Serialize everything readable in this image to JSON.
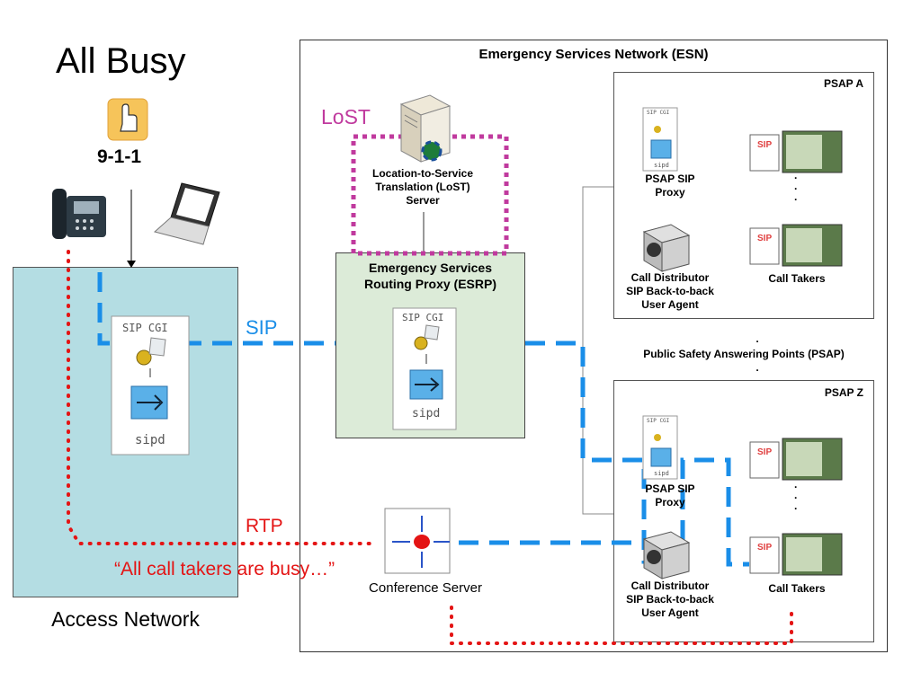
{
  "title": "All Busy",
  "dial_label": "9-1-1",
  "esn": {
    "title": "Emergency Services Network (ESN)"
  },
  "access_network": {
    "label": "Access Network",
    "proxy_top_text": "SIP CGI",
    "proxy_bottom_text": "sipd"
  },
  "lost": {
    "label": "LoST",
    "server_label_lines": [
      "Location-to-Service",
      "Translation (LoST)",
      "Server"
    ]
  },
  "esrp": {
    "label_lines": [
      "Emergency Services",
      "Routing Proxy (ESRP)"
    ],
    "proxy_top_text": "SIP CGI",
    "proxy_bottom_text": "sipd"
  },
  "protocols": {
    "sip": "SIP",
    "rtp": "RTP",
    "busy_message": "“All call takers are busy…”"
  },
  "conference_server": {
    "label": "Conference Server"
  },
  "psap_a": {
    "name": "PSAP A",
    "proxy_label_lines": [
      "PSAP SIP",
      "Proxy"
    ],
    "proxy_top_text": "SIP CGI",
    "proxy_bottom_text": "sipd",
    "distributor_lines": [
      "Call Distributor",
      "SIP Back-to-back",
      "User Agent"
    ],
    "call_takers_label": "Call Takers",
    "ellipsis_dots": [
      "·",
      "·",
      "·"
    ]
  },
  "psap_z": {
    "name": "PSAP Z",
    "proxy_label_lines": [
      "PSAP SIP",
      "Proxy"
    ],
    "proxy_top_text": "SIP CGI",
    "proxy_bottom_text": "sipd",
    "distributor_lines": [
      "Call Distributor",
      "SIP Back-to-back",
      "User Agent"
    ],
    "call_takers_label": "Call Takers",
    "ellipsis_dots": [
      "·",
      "·",
      "·"
    ]
  },
  "psap_group": {
    "label": "Public Safety Answering Points (PSAP)",
    "dot": "."
  },
  "icons": [
    "hand-cursor-icon",
    "desk-phone-icon",
    "laptop-icon",
    "server-icon",
    "globe-icon",
    "sip-proxy-icon",
    "gear-icon",
    "routing-arrow-icon",
    "conference-icon",
    "call-distributor-icon",
    "sip-phone-icon",
    "map-screen-icon"
  ],
  "colors": {
    "sip": "#1a8ee8",
    "rtp": "#e41414",
    "lost": "#c03a9e",
    "access_fill": "#b4dde3",
    "esrp_fill": "#dcebd8"
  }
}
